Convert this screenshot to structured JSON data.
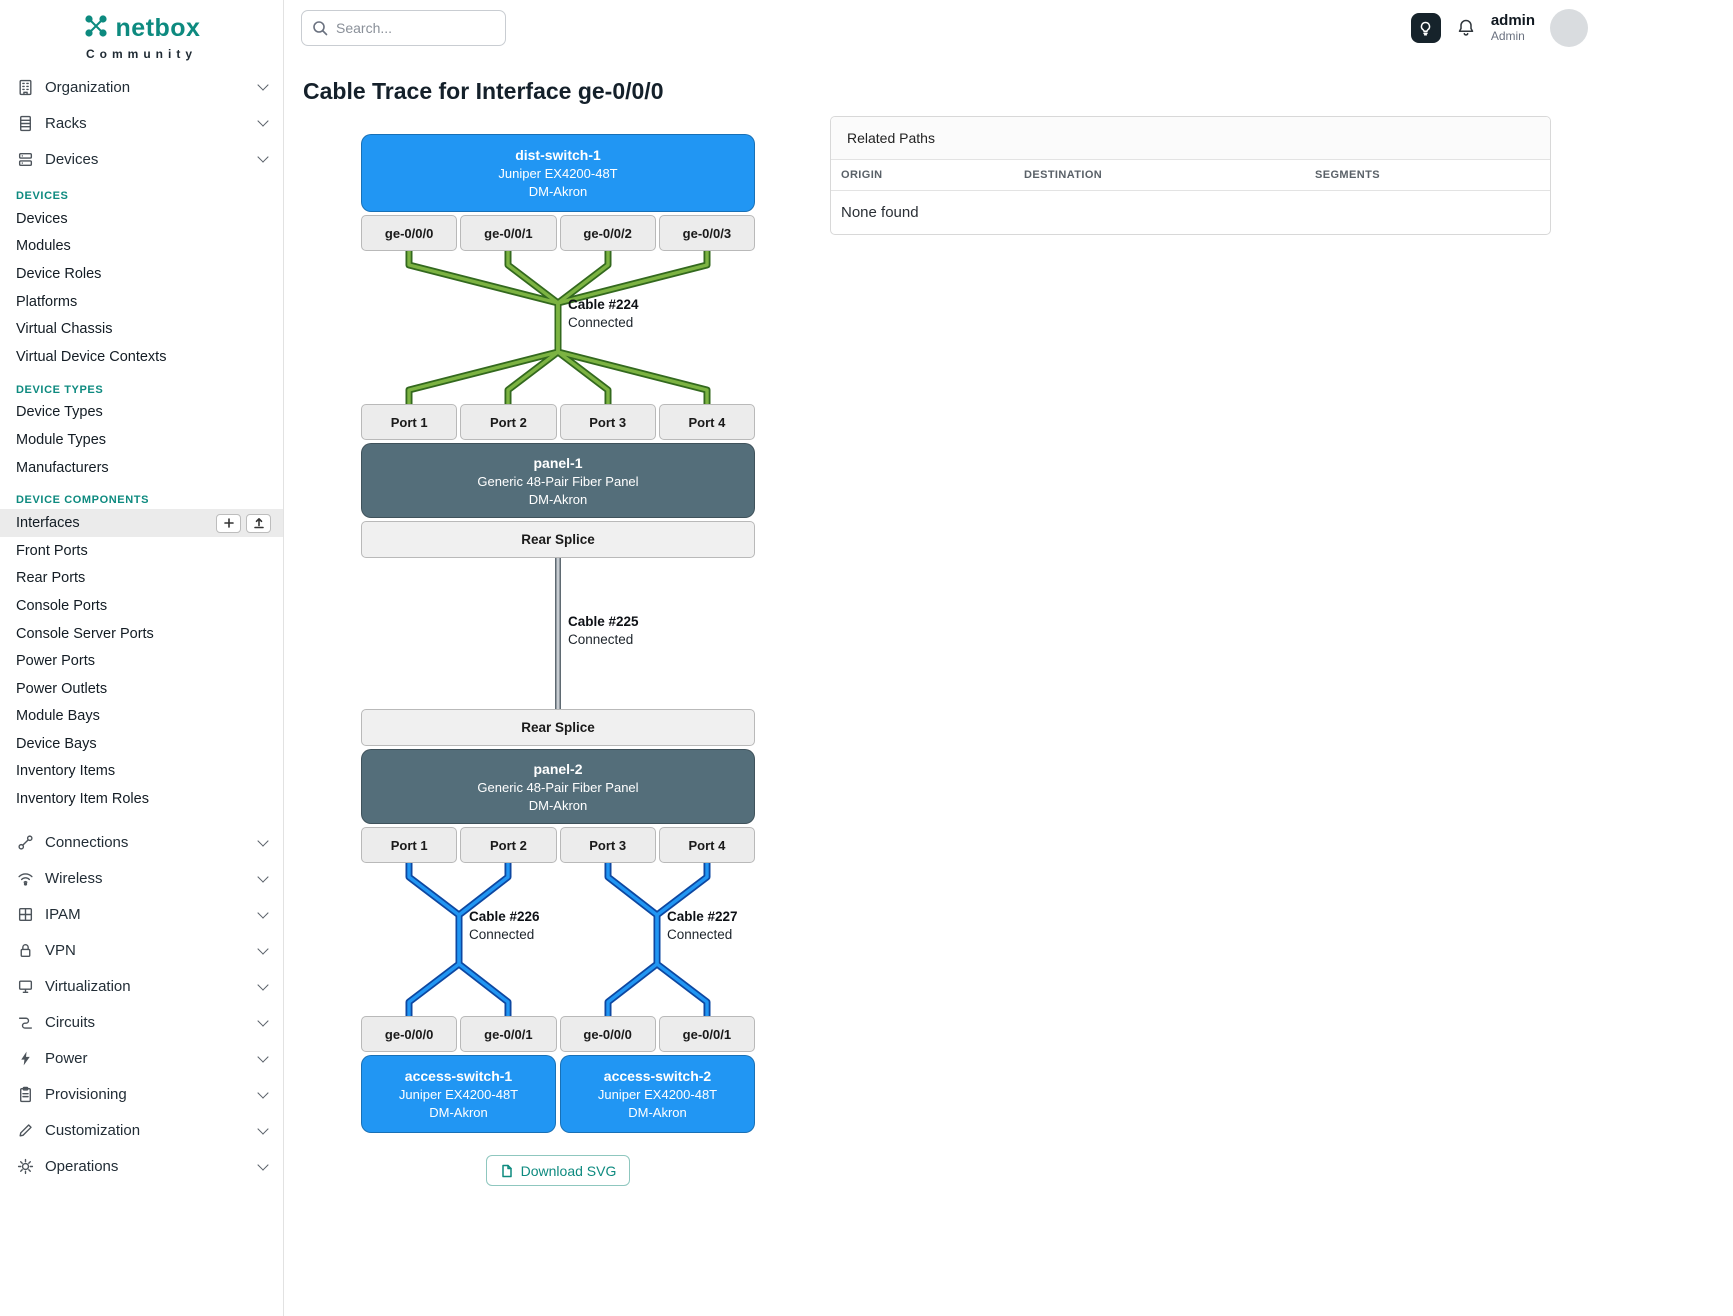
{
  "colors": {
    "accent": "#0d8a7f",
    "device_blue": "#2196f3",
    "panel_slate": "#546e7a",
    "cable_green": "#7cb342",
    "cable_green_dark": "#33691e",
    "cable_blue": "#2196f3",
    "cable_blue_dark": "#0d47a1",
    "cable_gray": "#c7ccd1",
    "cable_gray_dark": "#5f6a72"
  },
  "brand": {
    "logo_text": "netbox",
    "subtitle": "Community"
  },
  "topbar": {
    "search_placeholder": "Search...",
    "username": "admin",
    "role": "Admin"
  },
  "sidebar": {
    "groups": [
      {
        "label": "Organization"
      },
      {
        "label": "Racks"
      },
      {
        "label": "Devices"
      }
    ],
    "sections": [
      {
        "label": "DEVICES",
        "items": [
          "Devices",
          "Modules",
          "Device Roles",
          "Platforms",
          "Virtual Chassis",
          "Virtual Device Contexts"
        ]
      },
      {
        "label": "DEVICE TYPES",
        "items": [
          "Device Types",
          "Module Types",
          "Manufacturers"
        ]
      },
      {
        "label": "DEVICE COMPONENTS",
        "items": [
          "Interfaces",
          "Front Ports",
          "Rear Ports",
          "Console Ports",
          "Console Server Ports",
          "Power Ports",
          "Power Outlets",
          "Module Bays",
          "Device Bays",
          "Inventory Items",
          "Inventory Item Roles"
        ]
      }
    ],
    "active_item": "Interfaces",
    "bottom_groups": [
      "Connections",
      "Wireless",
      "IPAM",
      "VPN",
      "Virtualization",
      "Circuits",
      "Power",
      "Provisioning",
      "Customization",
      "Operations"
    ]
  },
  "page": {
    "title": "Cable Trace for Interface ge-0/0/0"
  },
  "trace": {
    "dist_switch": {
      "name": "dist-switch-1",
      "model": "Juniper EX4200-48T",
      "site": "DM-Akron"
    },
    "dist_ports": [
      "ge-0/0/0",
      "ge-0/0/1",
      "ge-0/0/2",
      "ge-0/0/3"
    ],
    "cable_224": {
      "name": "Cable #224",
      "status": "Connected"
    },
    "panel1_front_ports": [
      "Port 1",
      "Port 2",
      "Port 3",
      "Port 4"
    ],
    "panel1": {
      "name": "panel-1",
      "model": "Generic 48-Pair Fiber Panel",
      "site": "DM-Akron"
    },
    "panel1_rear": "Rear Splice",
    "cable_225": {
      "name": "Cable #225",
      "status": "Connected"
    },
    "panel2_rear": "Rear Splice",
    "panel2": {
      "name": "panel-2",
      "model": "Generic 48-Pair Fiber Panel",
      "site": "DM-Akron"
    },
    "panel2_front_ports": [
      "Port 1",
      "Port 2",
      "Port 3",
      "Port 4"
    ],
    "cable_226": {
      "name": "Cable #226",
      "status": "Connected"
    },
    "cable_227": {
      "name": "Cable #227",
      "status": "Connected"
    },
    "access_ports": [
      "ge-0/0/0",
      "ge-0/0/1",
      "ge-0/0/0",
      "ge-0/0/1"
    ],
    "access_switch_1": {
      "name": "access-switch-1",
      "model": "Juniper EX4200-48T",
      "site": "DM-Akron"
    },
    "access_switch_2": {
      "name": "access-switch-2",
      "model": "Juniper EX4200-48T",
      "site": "DM-Akron"
    },
    "download_label": "Download SVG"
  },
  "related_paths": {
    "title": "Related Paths",
    "columns": [
      "ORIGIN",
      "DESTINATION",
      "SEGMENTS"
    ],
    "empty_text": "None found"
  }
}
